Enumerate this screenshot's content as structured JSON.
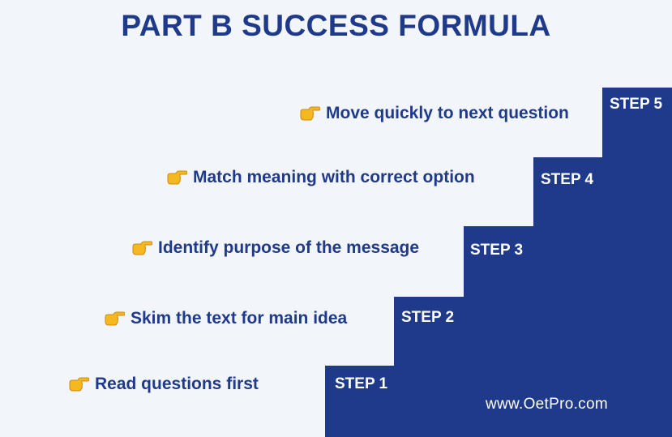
{
  "title": "PART B SUCCESS FORMULA",
  "colors": {
    "background": "#f2f5fa",
    "accent": "#1f3a8a",
    "emoji": "#f6b821"
  },
  "icon": "pointing-right-hand-icon",
  "steps": [
    {
      "label": "STEP 1",
      "text": "Read questions first"
    },
    {
      "label": "STEP 2",
      "text": "Skim the text for main idea"
    },
    {
      "label": "STEP 3",
      "text": "Identify purpose of the message"
    },
    {
      "label": "STEP 4",
      "text": "Match meaning with correct option"
    },
    {
      "label": "STEP 5",
      "text": "Move quickly to next question"
    }
  ],
  "website": "www.OetPro.com"
}
